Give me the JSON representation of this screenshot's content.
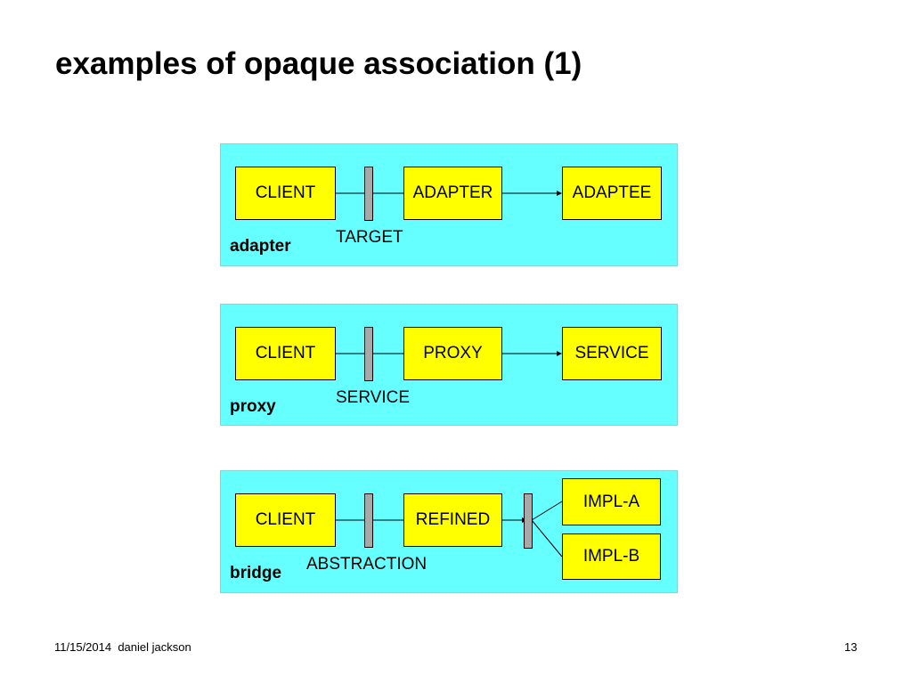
{
  "slide": {
    "title": "examples of opaque association (1)",
    "footer_left": "11/15/2014  daniel jackson",
    "page_number": "13"
  },
  "diagrams": {
    "adapter": {
      "pattern_label": "adapter",
      "client": "CLIENT",
      "interface_label": "TARGET",
      "middle": "ADAPTER",
      "target": "ADAPTEE"
    },
    "proxy": {
      "pattern_label": "proxy",
      "client": "CLIENT",
      "interface_label": "SERVICE",
      "middle": "PROXY",
      "target": "SERVICE"
    },
    "bridge": {
      "pattern_label": "bridge",
      "client": "CLIENT",
      "interface_label": "ABSTRACTION",
      "middle": "REFINED",
      "impl_a": "IMPL-A",
      "impl_b": "IMPL-B"
    }
  },
  "colors": {
    "panel_background": "#66ffff",
    "box_fill": "#ffff00",
    "interface_bar": "#a8a8a8"
  }
}
